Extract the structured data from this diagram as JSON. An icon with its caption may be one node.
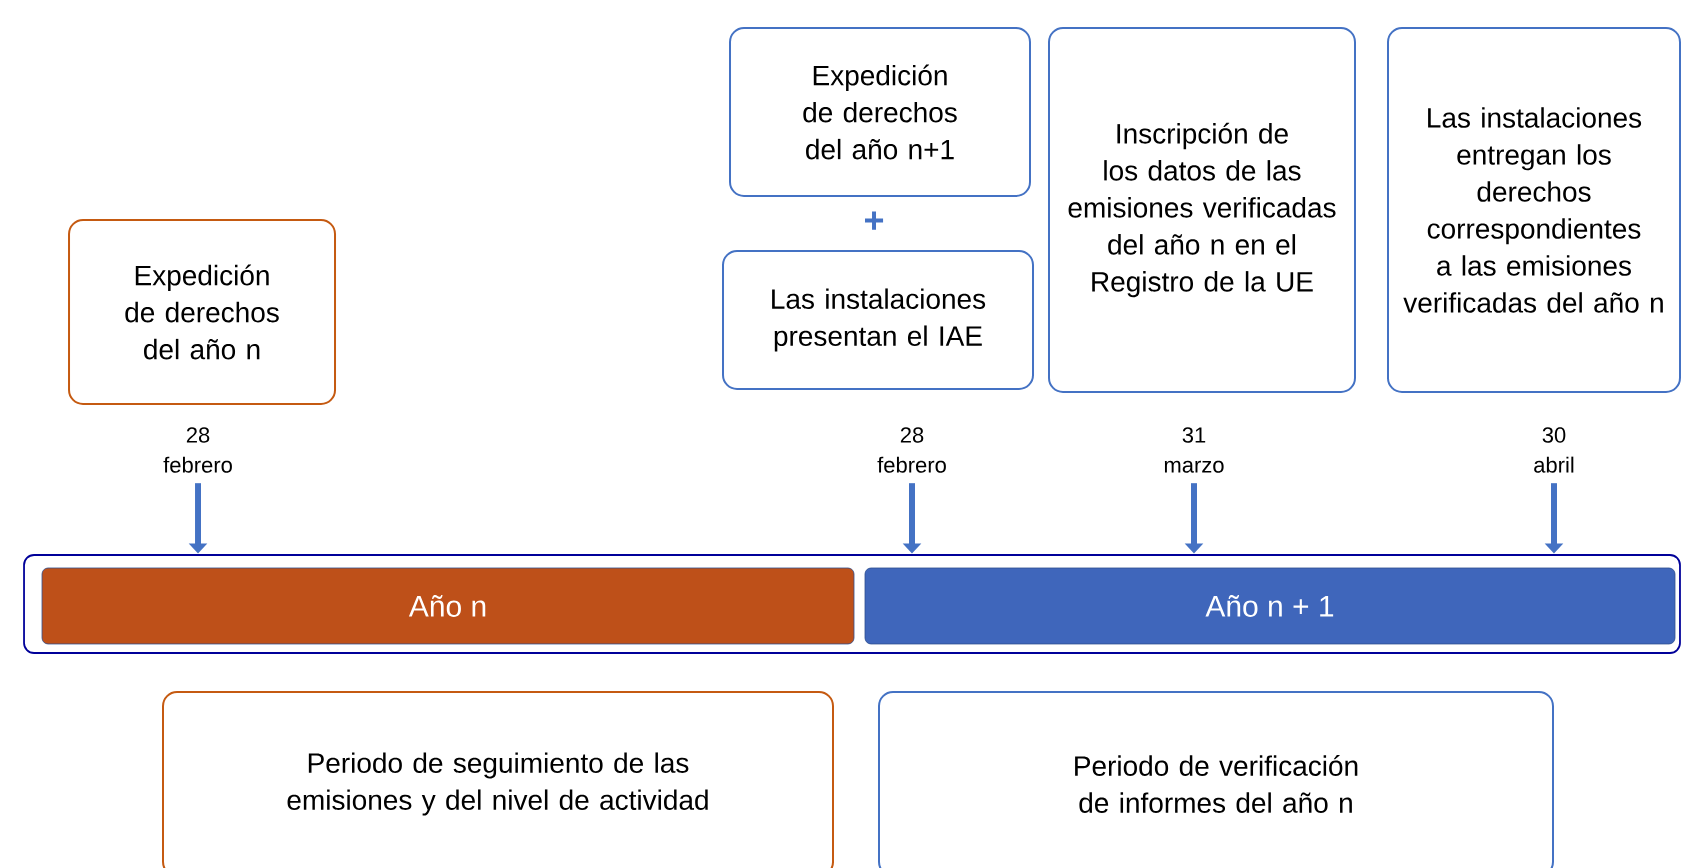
{
  "diagram": {
    "nodes": [
      {
        "text": [
          "Expedición de derechos del año n"
        ]
      },
      {
        "text": [
          "Expedición de derechos del año n+1"
        ]
      },
      {
        "text": [
          "Las instalaciones presentan el IAE"
        ]
      },
      {
        "text": [
          "Inscripción de los datos de las emisiones verificadas del año n en el Registro de la UE"
        ]
      },
      {
        "text": [
          "Las instalaciones entregan los derechos correspondientes a las emisiones verificadas del año n"
        ]
      },
      {
        "text": [
          "28 febrero"
        ]
      },
      {
        "text": [
          "28 febrero"
        ]
      },
      {
        "text": [
          "31 marzo"
        ]
      },
      {
        "text": [
          "30 abril"
        ]
      },
      {
        "text": [],
        "shape": "box"
      },
      {
        "text": [
          "Año n"
        ],
        "in": 9
      },
      {
        "text": [
          "Año n + 1"
        ],
        "in": 9
      },
      {
        "text": [
          "Periodo de seguimiento de las emisiones y del nivel de actividad"
        ]
      },
      {
        "text": [
          "Periodo de verificación de informes del año n"
        ]
      }
    ],
    "edges": [
      {
        "from": 5,
        "to": 10,
        "arrow": "to"
      },
      {
        "from": 6,
        "to": 11,
        "arrow": "to"
      },
      {
        "from": 7,
        "to": 11,
        "arrow": "to"
      },
      {
        "from": 8,
        "to": 11,
        "arrow": "to"
      }
    ],
    "labels": [
      "+"
    ]
  }
}
